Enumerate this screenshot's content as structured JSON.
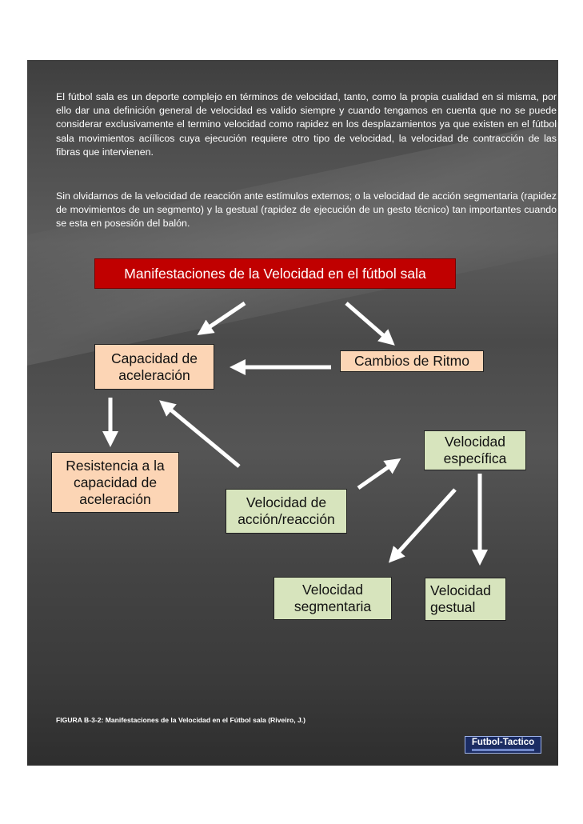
{
  "text": {
    "paragraph1": "El fútbol sala es un deporte complejo en términos de velocidad, tanto, como la propia cualidad en si misma, por ello dar una definición general de velocidad es valido siempre y cuando tengamos en cuenta que no se puede considerar exclusivamente el termino velocidad como rapidez en los desplazamientos ya que existen en el fútbol sala movimientos acíílicos cuya ejecución requiere otro tipo de velocidad, la velocidad de contracción de las fibras que intervienen.",
    "paragraph2": "Sin olvidarnos de la velocidad de reacción ante estímulos externos; o la velocidad de acción segmentaria (rapidez de movimientos de un segmento) y la gestual (rapidez de ejecución de un gesto técnico) tan importantes cuando se esta en posesión del balón.",
    "caption": "FIGURA B-3-2: Manifestaciones de la Velocidad en el Fútbol sala (Riveiro, J.)"
  },
  "diagram": {
    "title": "Manifestaciones de la Velocidad en el fútbol sala",
    "nodes": {
      "capacidad_aceleracion": "Capacidad de aceleración",
      "cambios_ritmo": "Cambios de Ritmo",
      "resistencia": "Resistencia a la capacidad de aceleración",
      "velocidad_especifica": "Velocidad específica",
      "velocidad_accion_reaccion": "Velocidad de acción/reacción",
      "velocidad_segmentaria": "Velocidad segmentaria",
      "velocidad_gestual": "Velocidad gestual"
    }
  },
  "logo": {
    "text": "Futbol-Tactico"
  },
  "colors": {
    "title_bg": "#c00000",
    "peach": "#fcd5b5",
    "green": "#d7e4bd",
    "arrow": "#ffffff"
  }
}
